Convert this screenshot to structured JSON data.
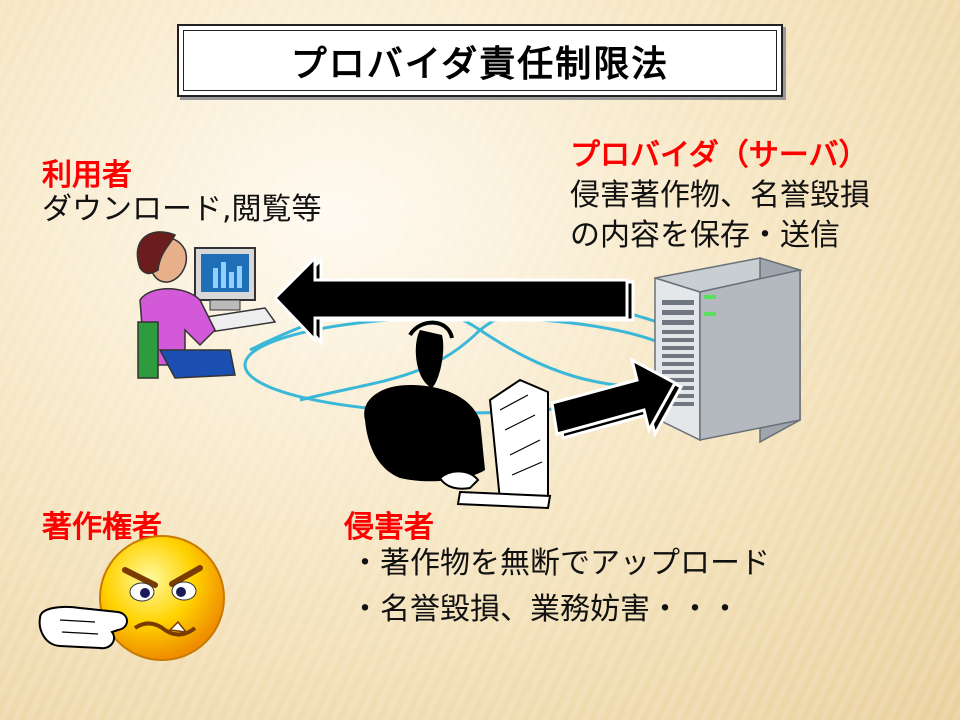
{
  "title": "プロバイダ責任制限法",
  "user": {
    "label": "利用者",
    "desc": "ダウンロード,閲覧等"
  },
  "provider": {
    "label": "プロバイダ（サーバ）",
    "desc_line1": "侵害著作物、名誉毀損",
    "desc_line2": "の内容を保存・送信"
  },
  "copyright_holder": {
    "label": "著作権者"
  },
  "infringer": {
    "label": "侵害者",
    "line1": "・著作物を無断でアップロード",
    "line2": "・名誉毀損、業務妨害・・・"
  },
  "colors": {
    "label_red": "#ff0000",
    "ellipse": "#3bb8d8",
    "arrow": "#000000"
  }
}
